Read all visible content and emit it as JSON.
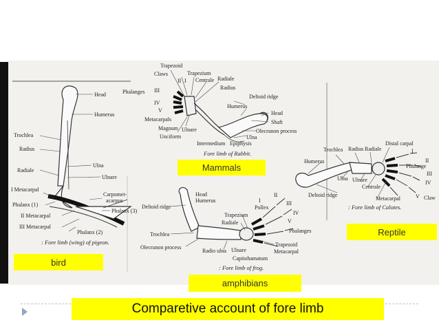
{
  "labels": {
    "bird": "bird",
    "mammals": "Mammals",
    "reptile": "Reptile",
    "amphibians": "amphibians",
    "title": "Comparetive account of fore limb"
  },
  "figures": {
    "pigeon": {
      "caption": ": Fore limb (wing) of pigeon.",
      "parts": [
        "Head",
        "Humerus",
        "Trochlea",
        "Radius",
        "Ulna",
        "Radiale",
        "Ulnare",
        "I Metacarpal",
        "Carpomet-",
        "acarpus",
        "Phalanx (1)",
        "Phalanx (3)",
        "II Metacarpal",
        "III Metacarpal",
        "Phalanx (2)"
      ]
    },
    "rabbit": {
      "caption": "Fore limb of Rabbit.",
      "parts": [
        "Trapezoid",
        "Claws",
        "Trapezium",
        "II",
        "I",
        "Centrale",
        "Radiale",
        "Radius",
        "Phalanges",
        "III",
        "IV",
        "V",
        "Deltoid ridge",
        "Humerus",
        "Head",
        "Shaft",
        "Metacarpals",
        "Magnum",
        "Ulnare",
        "Unciform",
        "Olecranon process",
        "Ulna",
        "Intermedium",
        "Epiphysis"
      ]
    },
    "frog": {
      "caption": ": Fore limb of frog.",
      "parts": [
        "Head",
        "Humerus",
        "II",
        "I",
        "Pollex",
        "III",
        "IV",
        "V",
        "Deltoid ridge",
        "Trapezium",
        "Radiale",
        "Phalanges",
        "Trochlea",
        "Olecranon process",
        "Radio ulna",
        "Ulnare",
        "Trapezoid",
        "Metacarpal",
        "Capitohamatum"
      ]
    },
    "calotes": {
      "caption": ": Fore limb of Calotes.",
      "parts": [
        "Trochlea",
        "Radius",
        "Radiale",
        "Distal carpal",
        "Humerus",
        "I",
        "Phalange",
        "II",
        "III",
        "IV",
        "Ulna",
        "Ulnare",
        "Centrale",
        "Deltoid ridge",
        "Metacarpal",
        "V",
        "Claw"
      ]
    }
  }
}
